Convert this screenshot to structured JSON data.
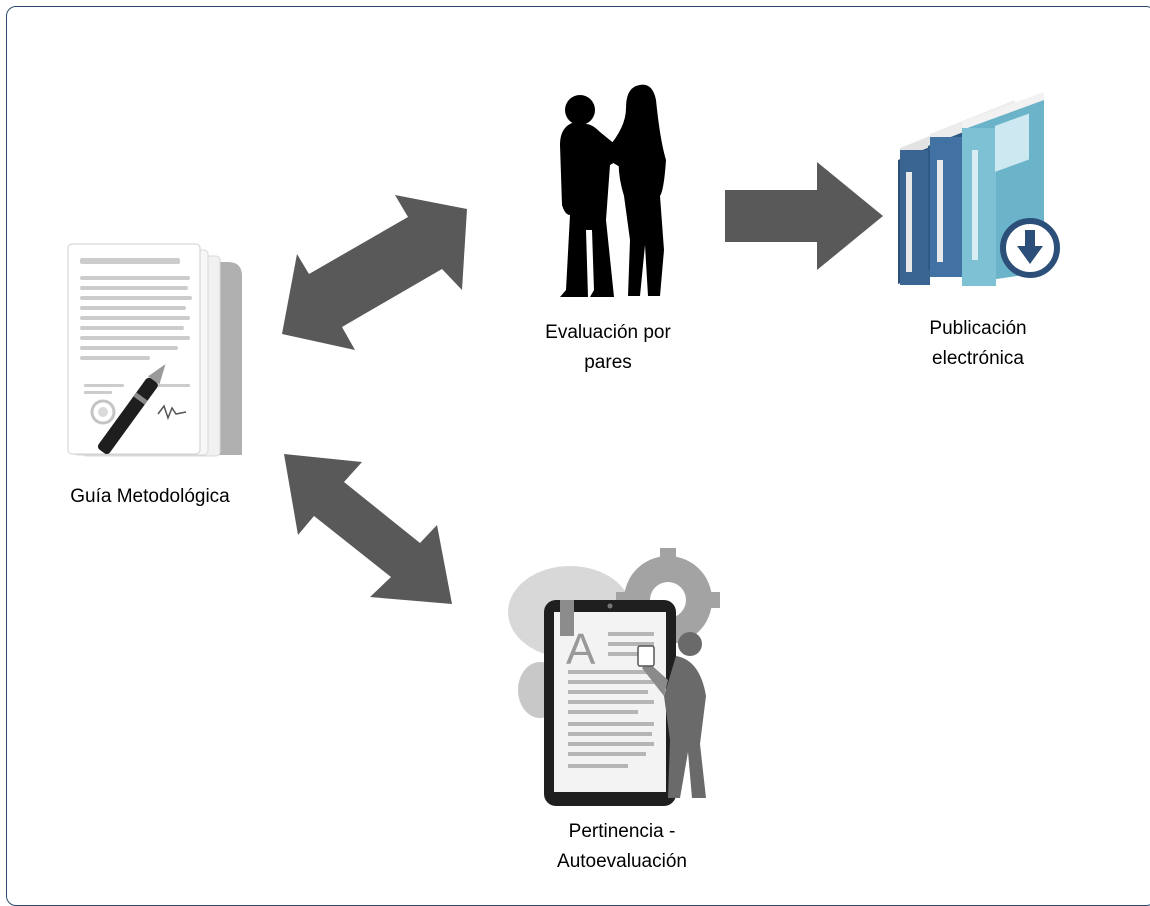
{
  "nodes": {
    "guide": {
      "label": "Guía Metodológica"
    },
    "peer": {
      "line1": "Evaluación por",
      "line2": "pares"
    },
    "publication": {
      "line1": "Publicación",
      "line2": "electrónica"
    },
    "relevance": {
      "line1": "Pertinencia -",
      "line2": "Autoevaluación"
    }
  },
  "icons": {
    "guide": "signed-document-icon",
    "peer": "two-people-silhouette-icon",
    "publication": "books-download-icon",
    "relevance": "tablet-reader-icon"
  },
  "colors": {
    "arrow": "#595959",
    "frame": "#2d4a6e",
    "books_dark": "#2b4f78",
    "books_light": "#6ab3c9"
  }
}
